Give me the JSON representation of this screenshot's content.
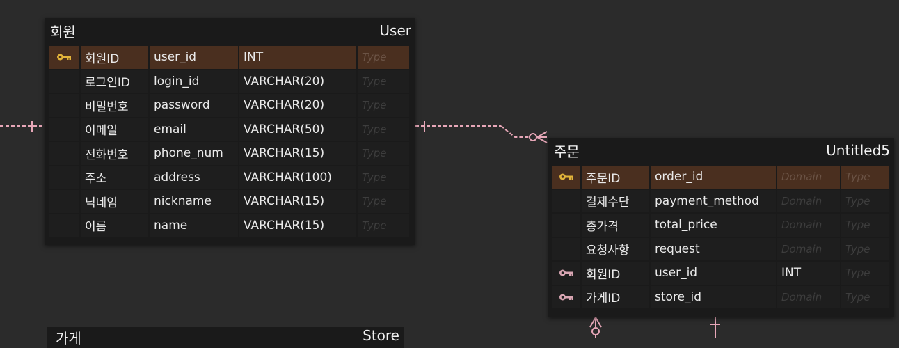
{
  "entities": {
    "user": {
      "logical_name": "회원",
      "physical_name": "User",
      "columns": [
        {
          "key": "pk",
          "logical": "회원ID",
          "physical": "user_id",
          "type": "INT",
          "extra": "Type"
        },
        {
          "key": "",
          "logical": "로그인ID",
          "physical": "login_id",
          "type": "VARCHAR(20)",
          "extra": "Type"
        },
        {
          "key": "",
          "logical": "비밀번호",
          "physical": "password",
          "type": "VARCHAR(20)",
          "extra": "Type"
        },
        {
          "key": "",
          "logical": "이메일",
          "physical": "email",
          "type": "VARCHAR(50)",
          "extra": "Type"
        },
        {
          "key": "",
          "logical": "전화번호",
          "physical": "phone_num",
          "type": "VARCHAR(15)",
          "extra": "Type"
        },
        {
          "key": "",
          "logical": "주소",
          "physical": "address",
          "type": "VARCHAR(100)",
          "extra": "Type"
        },
        {
          "key": "",
          "logical": "닉네임",
          "physical": "nickname",
          "type": "VARCHAR(15)",
          "extra": "Type"
        },
        {
          "key": "",
          "logical": "이름",
          "physical": "name",
          "type": "VARCHAR(15)",
          "extra": "Type"
        }
      ]
    },
    "order": {
      "logical_name": "주문",
      "physical_name": "Untitled5",
      "columns": [
        {
          "key": "pk",
          "logical": "주문ID",
          "physical": "order_id",
          "domain": "Domain",
          "extra": "Type"
        },
        {
          "key": "",
          "logical": "결제수단",
          "physical": "payment_method",
          "domain": "Domain",
          "extra": "Type"
        },
        {
          "key": "",
          "logical": "총가격",
          "physical": "total_price",
          "domain": "Domain",
          "extra": "Type"
        },
        {
          "key": "",
          "logical": "요청사항",
          "physical": "request",
          "domain": "Domain",
          "extra": "Type"
        },
        {
          "key": "fk",
          "logical": "회원ID",
          "physical": "user_id",
          "domain": "INT",
          "extra": "Type"
        },
        {
          "key": "fk",
          "logical": "가게ID",
          "physical": "store_id",
          "domain": "Domain",
          "extra": "Type"
        }
      ]
    },
    "store": {
      "logical_name": "가게",
      "physical_name": "Store"
    }
  },
  "icons": {
    "primary_key": "key-icon",
    "foreign_key": "key-icon"
  },
  "colors": {
    "background": "#2b2b2b",
    "entity": "#1a1a1a",
    "pk_row": "#4a2f1f",
    "pk_key": "#e3b43a",
    "fk_key": "#d9a6b3",
    "relation_line": "#e7a7b8"
  }
}
